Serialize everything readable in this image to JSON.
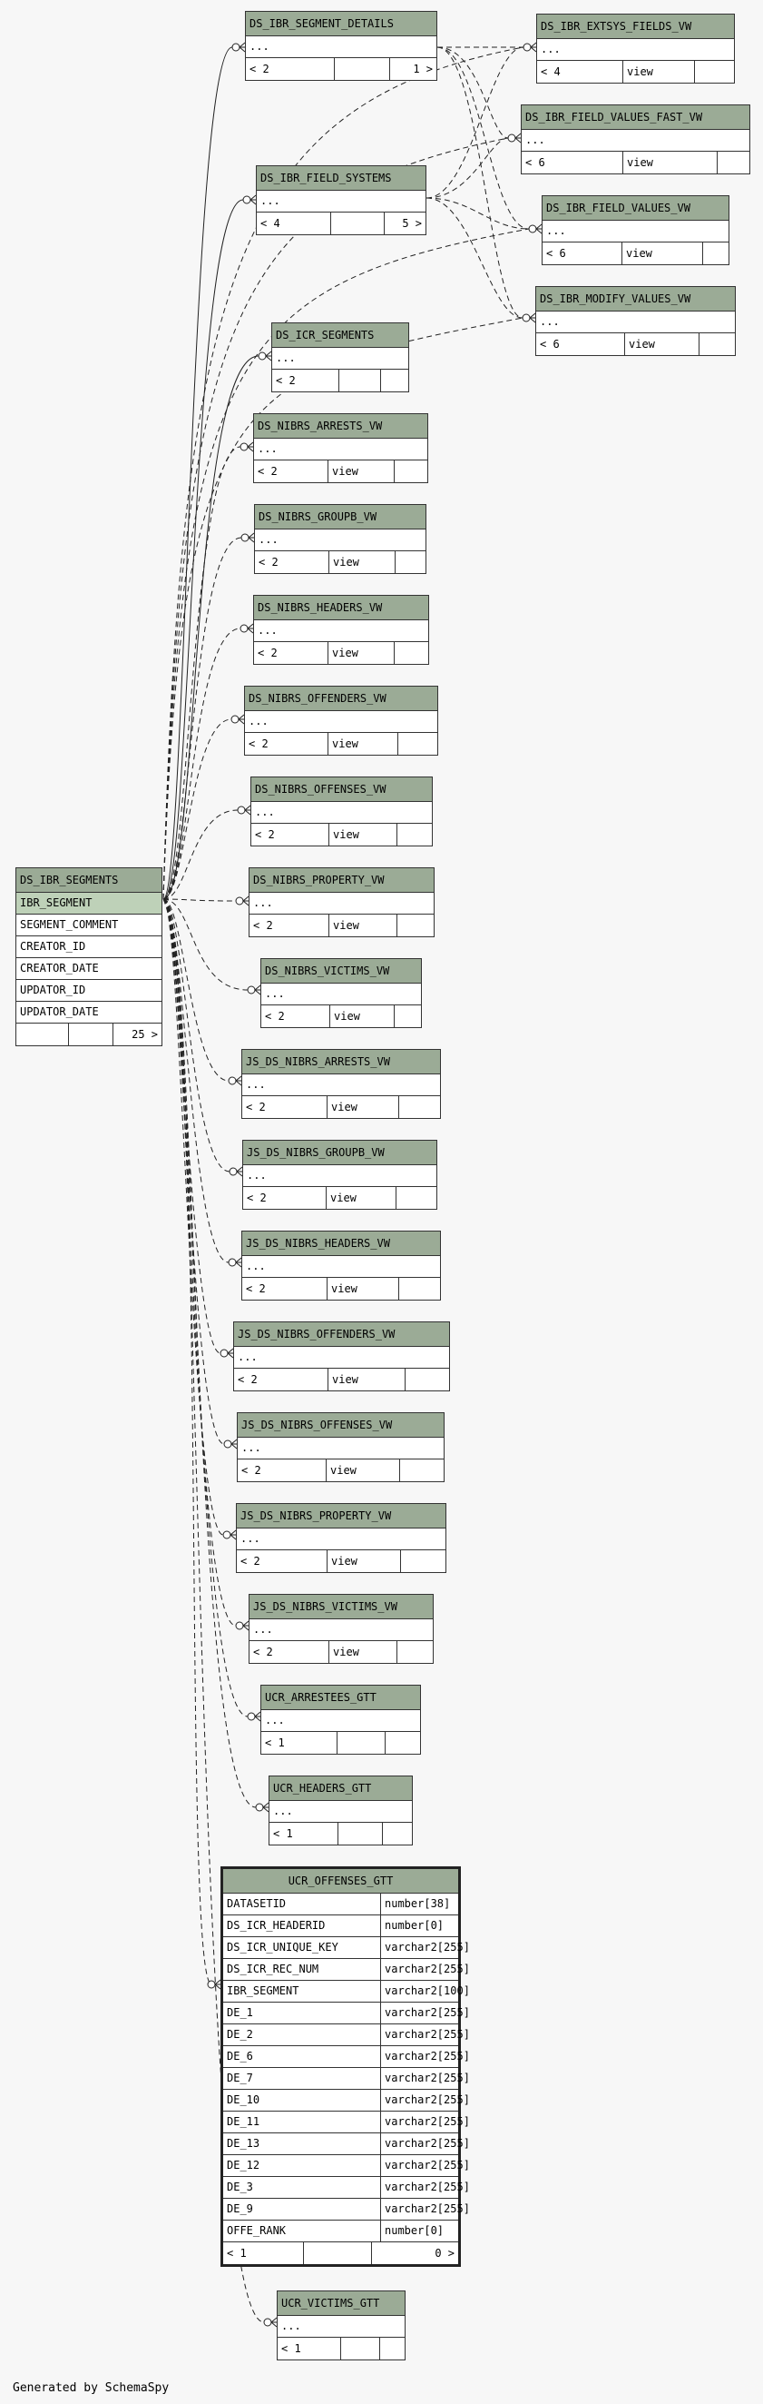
{
  "footer": "Generated by SchemaSpy",
  "tables": [
    {
      "id": "ds_ibr_segment_details",
      "name": "DS_IBR_SEGMENT_DETAILS",
      "rows": [
        "..."
      ],
      "footer": [
        "< 2",
        "",
        "1 >"
      ]
    },
    {
      "id": "ds_ibr_extsys_fields_vw",
      "name": "DS_IBR_EXTSYS_FIELDS_VW",
      "rows": [
        "..."
      ],
      "footer": [
        "< 4",
        "view",
        ""
      ]
    },
    {
      "id": "ds_ibr_field_values_fast_vw",
      "name": "DS_IBR_FIELD_VALUES_FAST_VW",
      "rows": [
        "..."
      ],
      "footer": [
        "< 6",
        "view",
        ""
      ]
    },
    {
      "id": "ds_ibr_field_systems",
      "name": "DS_IBR_FIELD_SYSTEMS",
      "rows": [
        "..."
      ],
      "footer": [
        "< 4",
        "",
        "5 >"
      ]
    },
    {
      "id": "ds_ibr_field_values_vw",
      "name": "DS_IBR_FIELD_VALUES_VW",
      "rows": [
        "..."
      ],
      "footer": [
        "< 6",
        "view",
        ""
      ]
    },
    {
      "id": "ds_ibr_modify_values_vw",
      "name": "DS_IBR_MODIFY_VALUES_VW",
      "rows": [
        "..."
      ],
      "footer": [
        "< 6",
        "view",
        ""
      ]
    },
    {
      "id": "ds_icr_segments",
      "name": "DS_ICR_SEGMENTS",
      "rows": [
        "..."
      ],
      "footer": [
        "< 2",
        "",
        ""
      ]
    },
    {
      "id": "ds_nibrs_arrests_vw",
      "name": "DS_NIBRS_ARRESTS_VW",
      "rows": [
        "..."
      ],
      "footer": [
        "< 2",
        "view",
        ""
      ]
    },
    {
      "id": "ds_nibrs_groupb_vw",
      "name": "DS_NIBRS_GROUPB_VW",
      "rows": [
        "..."
      ],
      "footer": [
        "< 2",
        "view",
        ""
      ]
    },
    {
      "id": "ds_nibrs_headers_vw",
      "name": "DS_NIBRS_HEADERS_VW",
      "rows": [
        "..."
      ],
      "footer": [
        "< 2",
        "view",
        ""
      ]
    },
    {
      "id": "ds_nibrs_offenders_vw",
      "name": "DS_NIBRS_OFFENDERS_VW",
      "rows": [
        "..."
      ],
      "footer": [
        "< 2",
        "view",
        ""
      ]
    },
    {
      "id": "ds_nibrs_offenses_vw",
      "name": "DS_NIBRS_OFFENSES_VW",
      "rows": [
        "..."
      ],
      "footer": [
        "< 2",
        "view",
        ""
      ]
    },
    {
      "id": "ds_nibrs_property_vw",
      "name": "DS_NIBRS_PROPERTY_VW",
      "rows": [
        "..."
      ],
      "footer": [
        "< 2",
        "view",
        ""
      ]
    },
    {
      "id": "ds_nibrs_victims_vw",
      "name": "DS_NIBRS_VICTIMS_VW",
      "rows": [
        "..."
      ],
      "footer": [
        "< 2",
        "view",
        ""
      ]
    },
    {
      "id": "js_ds_nibrs_arrests_vw",
      "name": "JS_DS_NIBRS_ARRESTS_VW",
      "rows": [
        "..."
      ],
      "footer": [
        "< 2",
        "view",
        ""
      ]
    },
    {
      "id": "js_ds_nibrs_groupb_vw",
      "name": "JS_DS_NIBRS_GROUPB_VW",
      "rows": [
        "..."
      ],
      "footer": [
        "< 2",
        "view",
        ""
      ]
    },
    {
      "id": "js_ds_nibrs_headers_vw",
      "name": "JS_DS_NIBRS_HEADERS_VW",
      "rows": [
        "..."
      ],
      "footer": [
        "< 2",
        "view",
        ""
      ]
    },
    {
      "id": "js_ds_nibrs_offenders_vw",
      "name": "JS_DS_NIBRS_OFFENDERS_VW",
      "rows": [
        "..."
      ],
      "footer": [
        "< 2",
        "view",
        ""
      ]
    },
    {
      "id": "js_ds_nibrs_offenses_vw",
      "name": "JS_DS_NIBRS_OFFENSES_VW",
      "rows": [
        "..."
      ],
      "footer": [
        "< 2",
        "view",
        ""
      ]
    },
    {
      "id": "js_ds_nibrs_property_vw",
      "name": "JS_DS_NIBRS_PROPERTY_VW",
      "rows": [
        "..."
      ],
      "footer": [
        "< 2",
        "view",
        ""
      ]
    },
    {
      "id": "js_ds_nibrs_victims_vw",
      "name": "JS_DS_NIBRS_VICTIMS_VW",
      "rows": [
        "..."
      ],
      "footer": [
        "< 2",
        "view",
        ""
      ]
    },
    {
      "id": "ucr_arrestees_gtt",
      "name": "UCR_ARRESTEES_GTT",
      "rows": [
        "..."
      ],
      "footer": [
        "< 1",
        "",
        ""
      ]
    },
    {
      "id": "ucr_headers_gtt",
      "name": "UCR_HEADERS_GTT",
      "rows": [
        "..."
      ],
      "footer": [
        "< 1",
        "",
        ""
      ]
    },
    {
      "id": "ucr_victims_gtt",
      "name": "UCR_VICTIMS_GTT",
      "rows": [
        "..."
      ],
      "footer": [
        "< 1",
        "",
        ""
      ]
    },
    {
      "id": "ds_ibr_segments",
      "name": "DS_IBR_SEGMENTS",
      "pk": "IBR_SEGMENT",
      "rows": [
        "SEGMENT_COMMENT",
        "CREATOR_ID",
        "CREATOR_DATE",
        "UPDATOR_ID",
        "UPDATOR_DATE"
      ],
      "footer": [
        "",
        "",
        "25 >"
      ]
    }
  ],
  "focus_table": {
    "name": "UCR_OFFENSES_GTT",
    "columns": [
      {
        "name": "DATASETID",
        "type": "number[38]"
      },
      {
        "name": "DS_ICR_HEADERID",
        "type": "number[0]"
      },
      {
        "name": "DS_ICR_UNIQUE_KEY",
        "type": "varchar2[255]"
      },
      {
        "name": "DS_ICR_REC_NUM",
        "type": "varchar2[255]"
      },
      {
        "name": "IBR_SEGMENT",
        "type": "varchar2[100]"
      },
      {
        "name": "DE_1",
        "type": "varchar2[255]"
      },
      {
        "name": "DE_2",
        "type": "varchar2[255]"
      },
      {
        "name": "DE_6",
        "type": "varchar2[255]"
      },
      {
        "name": "DE_7",
        "type": "varchar2[255]"
      },
      {
        "name": "DE_10",
        "type": "varchar2[255]"
      },
      {
        "name": "DE_11",
        "type": "varchar2[255]"
      },
      {
        "name": "DE_13",
        "type": "varchar2[255]"
      },
      {
        "name": "DE_12",
        "type": "varchar2[255]"
      },
      {
        "name": "DE_3",
        "type": "varchar2[255]"
      },
      {
        "name": "DE_9",
        "type": "varchar2[255]"
      },
      {
        "name": "OFFE_RANK",
        "type": "number[0]"
      }
    ],
    "footer": [
      "< 1",
      "",
      "0 >"
    ]
  },
  "colors": {
    "header": "#9bab96",
    "pk_row": "#bed1b8",
    "background": "#f7f7f7",
    "line": "#333333"
  }
}
